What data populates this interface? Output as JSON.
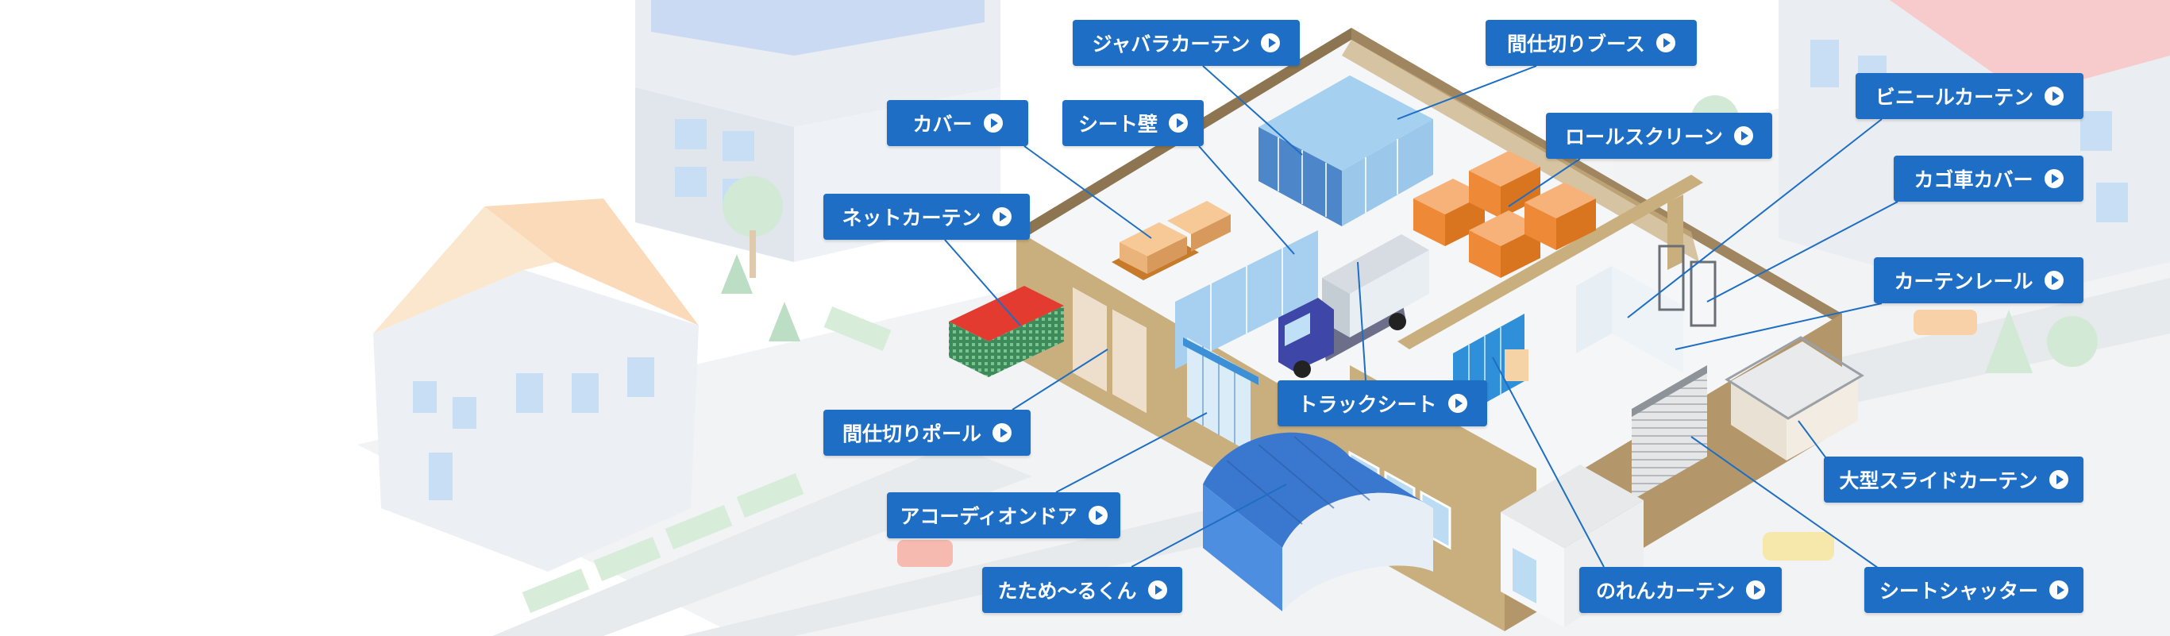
{
  "colors": {
    "label_bg": "#1d6ec4",
    "label_text": "#ffffff",
    "leader_line": "#1d6ec4",
    "wall": "#c9ae7e",
    "floor": "#f4f6f8"
  },
  "labels": [
    {
      "id": "jabara-curtain",
      "text": "ジャバラカーテン",
      "icon": "play-circle-icon"
    },
    {
      "id": "partition-booth",
      "text": "間仕切りブース",
      "icon": "play-circle-icon"
    },
    {
      "id": "cover",
      "text": "カバー",
      "icon": "play-circle-icon"
    },
    {
      "id": "sheet-wall",
      "text": "シート壁",
      "icon": "play-circle-icon"
    },
    {
      "id": "roll-screen",
      "text": "ロールスクリーン",
      "icon": "play-circle-icon"
    },
    {
      "id": "vinyl-curtain",
      "text": "ビニールカーテン",
      "icon": "play-circle-icon"
    },
    {
      "id": "net-curtain",
      "text": "ネットカーテン",
      "icon": "play-circle-icon"
    },
    {
      "id": "cart-cover",
      "text": "カゴ車カバー",
      "icon": "play-circle-icon"
    },
    {
      "id": "curtain-rail",
      "text": "カーテンレール",
      "icon": "play-circle-icon"
    },
    {
      "id": "truck-sheet",
      "text": "トラックシート",
      "icon": "play-circle-icon"
    },
    {
      "id": "partition-pole",
      "text": "間仕切りポール",
      "icon": "play-circle-icon"
    },
    {
      "id": "large-slide-curtain",
      "text": "大型スライドカーテン",
      "icon": "play-circle-icon"
    },
    {
      "id": "accordion-door",
      "text": "アコーディオンドア",
      "icon": "play-circle-icon"
    },
    {
      "id": "sheet-shutter",
      "text": "シートシャッター",
      "icon": "play-circle-icon"
    },
    {
      "id": "tatame-rukun",
      "text": "たため〜るくん",
      "icon": "play-circle-icon"
    },
    {
      "id": "noren-curtain",
      "text": "のれんカーテン",
      "icon": "play-circle-icon"
    }
  ]
}
